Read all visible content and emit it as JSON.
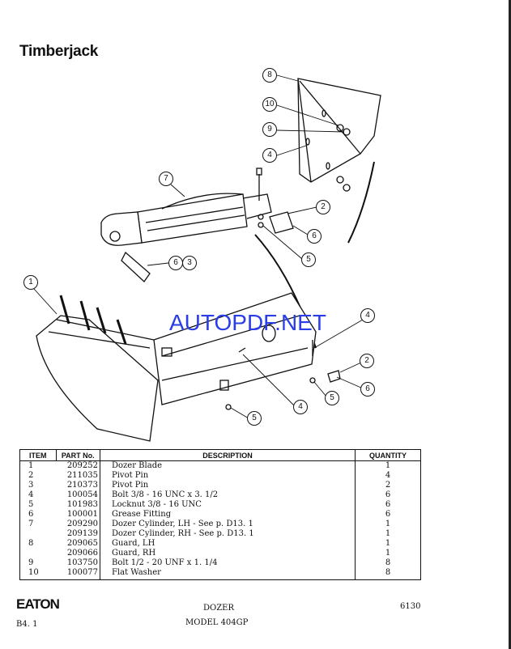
{
  "header": {
    "brand": "Timberjack"
  },
  "watermark": "AUTOPDF.NET",
  "callouts": [
    "8",
    "10",
    "9",
    "4",
    "7",
    "2",
    "6",
    "6",
    "3",
    "5",
    "1",
    "4",
    "2",
    "6",
    "5",
    "4",
    "5"
  ],
  "table": {
    "headers": [
      "ITEM",
      "PART No.",
      "DESCRIPTION",
      "QUANTITY"
    ],
    "rows": [
      {
        "item": "1",
        "part": "209252",
        "desc": "Dozer Blade",
        "qty": "1"
      },
      {
        "item": "2",
        "part": "211035",
        "desc": "Pivot Pin",
        "qty": "4"
      },
      {
        "item": "3",
        "part": "210373",
        "desc": "Pivot Pin",
        "qty": "2"
      },
      {
        "item": "4",
        "part": "100054",
        "desc": "Bolt 3/8 - 16 UNC x 3. 1/2",
        "qty": "6"
      },
      {
        "item": "5",
        "part": "101983",
        "desc": "Locknut 3/8 - 16 UNC",
        "qty": "6"
      },
      {
        "item": "6",
        "part": "100001",
        "desc": "Grease Fitting",
        "qty": "6"
      },
      {
        "item": "7",
        "part": "209290",
        "desc": "Dozer Cylinder, LH - See p. D13. 1",
        "qty": "1"
      },
      {
        "item": "",
        "part": "209139",
        "desc": "Dozer Cylinder, RH - See p. D13. 1",
        "qty": "1"
      },
      {
        "item": "8",
        "part": "209065",
        "desc": "Guard, LH",
        "qty": "1"
      },
      {
        "item": "",
        "part": "209066",
        "desc": "Guard, RH",
        "qty": "1"
      },
      {
        "item": "9",
        "part": "103750",
        "desc": "Bolt 1/2 - 20 UNF x 1. 1/4",
        "qty": "8"
      },
      {
        "item": "10",
        "part": "100077",
        "desc": "Flat Washer",
        "qty": "8"
      }
    ]
  },
  "footer": {
    "logo": "EATON",
    "section": "DOZER",
    "model": "MODEL 404GP",
    "page_code": "6130",
    "page_ref": "B4. 1"
  }
}
